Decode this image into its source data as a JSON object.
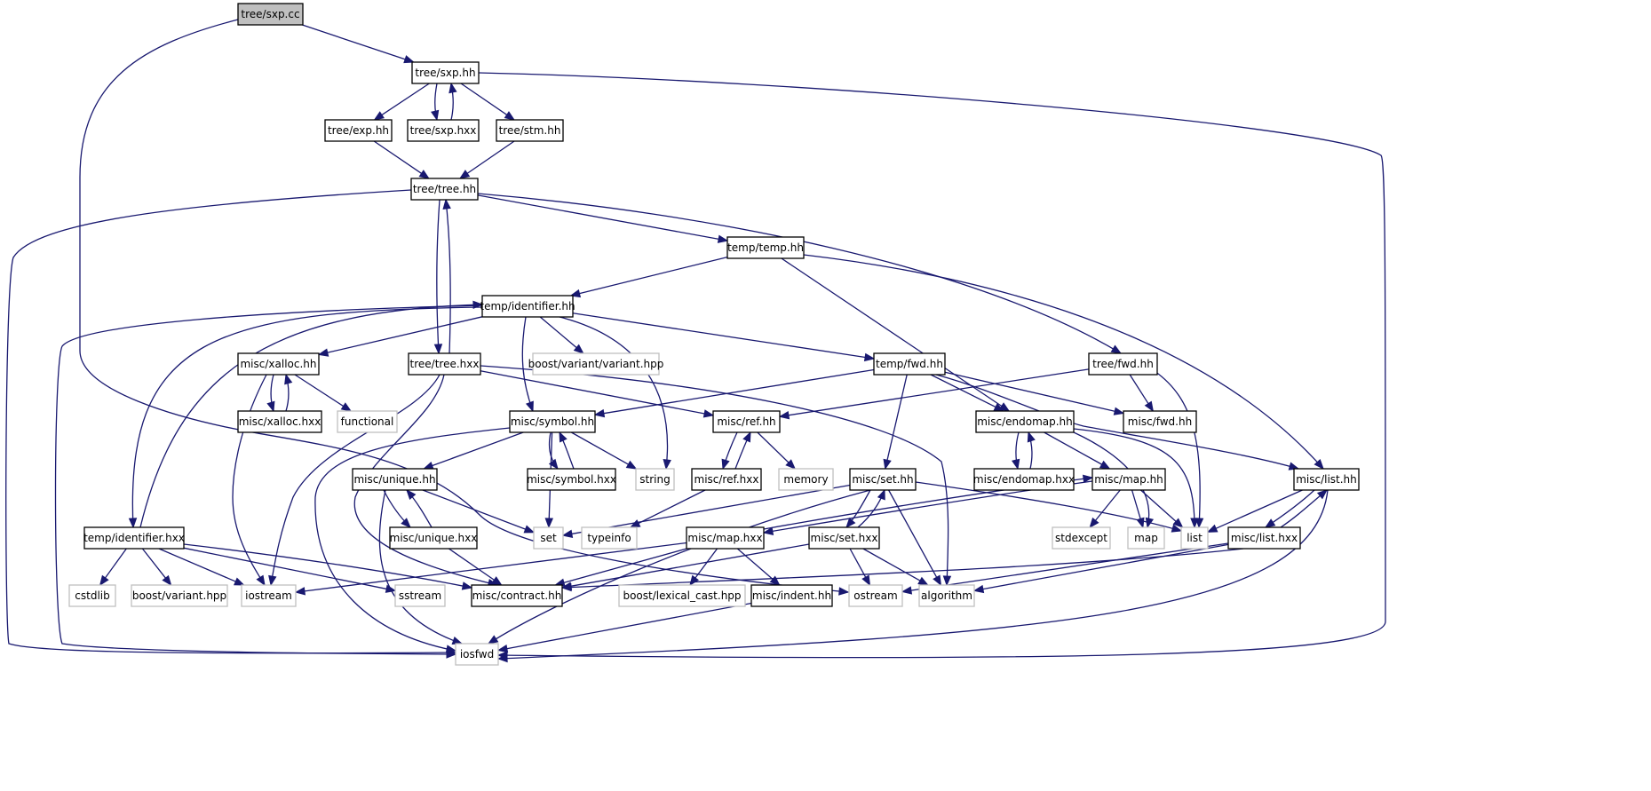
{
  "graph": {
    "type": "include-dependency-graph",
    "colors": {
      "edge": "#191970",
      "root_fill": "#bfbfbf",
      "local_border": "#000000",
      "system_border": "#bfbfbf"
    },
    "nodes": [
      {
        "id": "tree_sxp_cc",
        "label": "tree/sxp.cc",
        "kind": "root"
      },
      {
        "id": "tree_sxp_hh",
        "label": "tree/sxp.hh",
        "kind": "local"
      },
      {
        "id": "tree_exp_hh",
        "label": "tree/exp.hh",
        "kind": "local"
      },
      {
        "id": "tree_sxp_hxx",
        "label": "tree/sxp.hxx",
        "kind": "local"
      },
      {
        "id": "tree_stm_hh",
        "label": "tree/stm.hh",
        "kind": "local"
      },
      {
        "id": "tree_tree_hh",
        "label": "tree/tree.hh",
        "kind": "local"
      },
      {
        "id": "temp_temp_hh",
        "label": "temp/temp.hh",
        "kind": "local"
      },
      {
        "id": "temp_identifier_hh",
        "label": "temp/identifier.hh",
        "kind": "local"
      },
      {
        "id": "misc_xalloc_hh",
        "label": "misc/xalloc.hh",
        "kind": "local"
      },
      {
        "id": "tree_tree_hxx",
        "label": "tree/tree.hxx",
        "kind": "local"
      },
      {
        "id": "boost_variant_variant_hpp",
        "label": "boost/variant/variant.hpp",
        "kind": "system"
      },
      {
        "id": "temp_fwd_hh",
        "label": "temp/fwd.hh",
        "kind": "local"
      },
      {
        "id": "tree_fwd_hh",
        "label": "tree/fwd.hh",
        "kind": "local"
      },
      {
        "id": "misc_xalloc_hxx",
        "label": "misc/xalloc.hxx",
        "kind": "local"
      },
      {
        "id": "functional",
        "label": "functional",
        "kind": "system"
      },
      {
        "id": "misc_symbol_hh",
        "label": "misc/symbol.hh",
        "kind": "local"
      },
      {
        "id": "misc_ref_hh",
        "label": "misc/ref.hh",
        "kind": "local"
      },
      {
        "id": "misc_endomap_hh",
        "label": "misc/endomap.hh",
        "kind": "local"
      },
      {
        "id": "misc_fwd_hh",
        "label": "misc/fwd.hh",
        "kind": "local"
      },
      {
        "id": "misc_unique_hh",
        "label": "misc/unique.hh",
        "kind": "local"
      },
      {
        "id": "misc_symbol_hxx",
        "label": "misc/symbol.hxx",
        "kind": "local"
      },
      {
        "id": "string",
        "label": "string",
        "kind": "system"
      },
      {
        "id": "misc_ref_hxx",
        "label": "misc/ref.hxx",
        "kind": "local"
      },
      {
        "id": "memory",
        "label": "memory",
        "kind": "system"
      },
      {
        "id": "misc_set_hh",
        "label": "misc/set.hh",
        "kind": "local"
      },
      {
        "id": "misc_endomap_hxx",
        "label": "misc/endomap.hxx",
        "kind": "local"
      },
      {
        "id": "misc_map_hh",
        "label": "misc/map.hh",
        "kind": "local"
      },
      {
        "id": "misc_list_hh",
        "label": "misc/list.hh",
        "kind": "local"
      },
      {
        "id": "temp_identifier_hxx",
        "label": "temp/identifier.hxx",
        "kind": "local"
      },
      {
        "id": "misc_unique_hxx",
        "label": "misc/unique.hxx",
        "kind": "local"
      },
      {
        "id": "set",
        "label": "set",
        "kind": "system"
      },
      {
        "id": "typeinfo",
        "label": "typeinfo",
        "kind": "system"
      },
      {
        "id": "misc_map_hxx",
        "label": "misc/map.hxx",
        "kind": "local"
      },
      {
        "id": "misc_set_hxx",
        "label": "misc/set.hxx",
        "kind": "local"
      },
      {
        "id": "stdexcept",
        "label": "stdexcept",
        "kind": "system"
      },
      {
        "id": "map",
        "label": "map",
        "kind": "system"
      },
      {
        "id": "list",
        "label": "list",
        "kind": "system"
      },
      {
        "id": "misc_list_hxx",
        "label": "misc/list.hxx",
        "kind": "local"
      },
      {
        "id": "cstdlib",
        "label": "cstdlib",
        "kind": "system"
      },
      {
        "id": "boost_variant_hpp",
        "label": "boost/variant.hpp",
        "kind": "system"
      },
      {
        "id": "iostream",
        "label": "iostream",
        "kind": "system"
      },
      {
        "id": "sstream",
        "label": "sstream",
        "kind": "system"
      },
      {
        "id": "misc_contract_hh",
        "label": "misc/contract.hh",
        "kind": "local"
      },
      {
        "id": "boost_lexical_cast_hpp",
        "label": "boost/lexical_cast.hpp",
        "kind": "system"
      },
      {
        "id": "misc_indent_hh",
        "label": "misc/indent.hh",
        "kind": "local"
      },
      {
        "id": "ostream",
        "label": "ostream",
        "kind": "system"
      },
      {
        "id": "algorithm",
        "label": "algorithm",
        "kind": "system"
      },
      {
        "id": "iosfwd",
        "label": "iosfwd",
        "kind": "system"
      }
    ],
    "edges": [
      [
        "tree_sxp_cc",
        "tree_sxp_hh"
      ],
      [
        "tree_sxp_cc",
        "ostream"
      ],
      [
        "tree_sxp_hh",
        "tree_exp_hh"
      ],
      [
        "tree_sxp_hh",
        "tree_sxp_hxx"
      ],
      [
        "tree_sxp_hh",
        "tree_stm_hh"
      ],
      [
        "tree_sxp_hh",
        "iosfwd"
      ],
      [
        "tree_sxp_hxx",
        "tree_sxp_hh"
      ],
      [
        "tree_exp_hh",
        "tree_tree_hh"
      ],
      [
        "tree_stm_hh",
        "tree_tree_hh"
      ],
      [
        "tree_tree_hh",
        "iosfwd"
      ],
      [
        "tree_tree_hh",
        "tree_tree_hxx"
      ],
      [
        "tree_tree_hh",
        "temp_temp_hh"
      ],
      [
        "tree_tree_hh",
        "tree_fwd_hh"
      ],
      [
        "tree_tree_hxx",
        "tree_tree_hh"
      ],
      [
        "tree_tree_hxx",
        "misc_ref_hh"
      ],
      [
        "tree_tree_hxx",
        "iostream"
      ],
      [
        "tree_tree_hxx",
        "misc_contract_hh"
      ],
      [
        "tree_tree_hxx",
        "algorithm"
      ],
      [
        "temp_temp_hh",
        "temp_identifier_hh"
      ],
      [
        "temp_temp_hh",
        "misc_endomap_hh"
      ],
      [
        "temp_temp_hh",
        "misc_list_hh"
      ],
      [
        "temp_identifier_hh",
        "misc_xalloc_hh"
      ],
      [
        "temp_identifier_hh",
        "boost_variant_variant_hpp"
      ],
      [
        "temp_identifier_hh",
        "temp_fwd_hh"
      ],
      [
        "temp_identifier_hh",
        "misc_symbol_hh"
      ],
      [
        "temp_identifier_hh",
        "string"
      ],
      [
        "temp_identifier_hh",
        "temp_identifier_hxx"
      ],
      [
        "temp_identifier_hh",
        "iosfwd"
      ],
      [
        "temp_identifier_hxx",
        "temp_identifier_hh"
      ],
      [
        "temp_identifier_hxx",
        "cstdlib"
      ],
      [
        "temp_identifier_hxx",
        "boost_variant_hpp"
      ],
      [
        "temp_identifier_hxx",
        "iostream"
      ],
      [
        "temp_identifier_hxx",
        "sstream"
      ],
      [
        "temp_identifier_hxx",
        "misc_contract_hh"
      ],
      [
        "misc_xalloc_hh",
        "misc_xalloc_hxx"
      ],
      [
        "misc_xalloc_hh",
        "functional"
      ],
      [
        "misc_xalloc_hh",
        "iostream"
      ],
      [
        "misc_xalloc_hxx",
        "misc_xalloc_hh"
      ],
      [
        "temp_fwd_hh",
        "misc_symbol_hh"
      ],
      [
        "temp_fwd_hh",
        "misc_endomap_hh"
      ],
      [
        "temp_fwd_hh",
        "misc_fwd_hh"
      ],
      [
        "temp_fwd_hh",
        "misc_set_hh"
      ],
      [
        "temp_fwd_hh",
        "misc_list_hh"
      ],
      [
        "tree_fwd_hh",
        "misc_ref_hh"
      ],
      [
        "tree_fwd_hh",
        "misc_fwd_hh"
      ],
      [
        "tree_fwd_hh",
        "list"
      ],
      [
        "misc_symbol_hh",
        "misc_unique_hh"
      ],
      [
        "misc_symbol_hh",
        "misc_symbol_hxx"
      ],
      [
        "misc_symbol_hh",
        "string"
      ],
      [
        "misc_symbol_hh",
        "set"
      ],
      [
        "misc_symbol_hh",
        "iosfwd"
      ],
      [
        "misc_symbol_hxx",
        "misc_symbol_hh"
      ],
      [
        "misc_unique_hh",
        "misc_unique_hxx"
      ],
      [
        "misc_unique_hh",
        "set"
      ],
      [
        "misc_unique_hh",
        "iosfwd"
      ],
      [
        "misc_unique_hxx",
        "misc_unique_hh"
      ],
      [
        "misc_unique_hxx",
        "misc_contract_hh"
      ],
      [
        "misc_ref_hh",
        "misc_ref_hxx"
      ],
      [
        "misc_ref_hh",
        "memory"
      ],
      [
        "misc_ref_hxx",
        "misc_ref_hh"
      ],
      [
        "misc_ref_hxx",
        "typeinfo"
      ],
      [
        "misc_endomap_hh",
        "misc_endomap_hxx"
      ],
      [
        "misc_endomap_hh",
        "misc_map_hh"
      ],
      [
        "misc_endomap_hh",
        "map"
      ],
      [
        "misc_endomap_hh",
        "list"
      ],
      [
        "misc_endomap_hxx",
        "misc_endomap_hh"
      ],
      [
        "misc_map_hh",
        "misc_map_hxx"
      ],
      [
        "misc_map_hh",
        "stdexcept"
      ],
      [
        "misc_map_hh",
        "map"
      ],
      [
        "misc_map_hh",
        "list"
      ],
      [
        "misc_map_hxx",
        "misc_map_hh"
      ],
      [
        "misc_map_hxx",
        "iostream"
      ],
      [
        "misc_map_hxx",
        "misc_contract_hh"
      ],
      [
        "misc_map_hxx",
        "boost_lexical_cast_hpp"
      ],
      [
        "misc_map_hxx",
        "misc_indent_hh"
      ],
      [
        "misc_set_hh",
        "misc_set_hxx"
      ],
      [
        "misc_set_hh",
        "set"
      ],
      [
        "misc_set_hh",
        "list"
      ],
      [
        "misc_set_hh",
        "algorithm"
      ],
      [
        "misc_set_hh",
        "iosfwd"
      ],
      [
        "misc_set_hxx",
        "misc_set_hh"
      ],
      [
        "misc_set_hxx",
        "misc_contract_hh"
      ],
      [
        "misc_set_hxx",
        "ostream"
      ],
      [
        "misc_set_hxx",
        "algorithm"
      ],
      [
        "misc_list_hh",
        "misc_list_hxx"
      ],
      [
        "misc_list_hh",
        "list"
      ],
      [
        "misc_list_hh",
        "iosfwd"
      ],
      [
        "misc_list_hxx",
        "misc_list_hh"
      ],
      [
        "misc_list_hxx",
        "misc_contract_hh"
      ],
      [
        "misc_list_hxx",
        "ostream"
      ],
      [
        "misc_list_hxx",
        "algorithm"
      ],
      [
        "misc_indent_hh",
        "iosfwd"
      ]
    ]
  }
}
